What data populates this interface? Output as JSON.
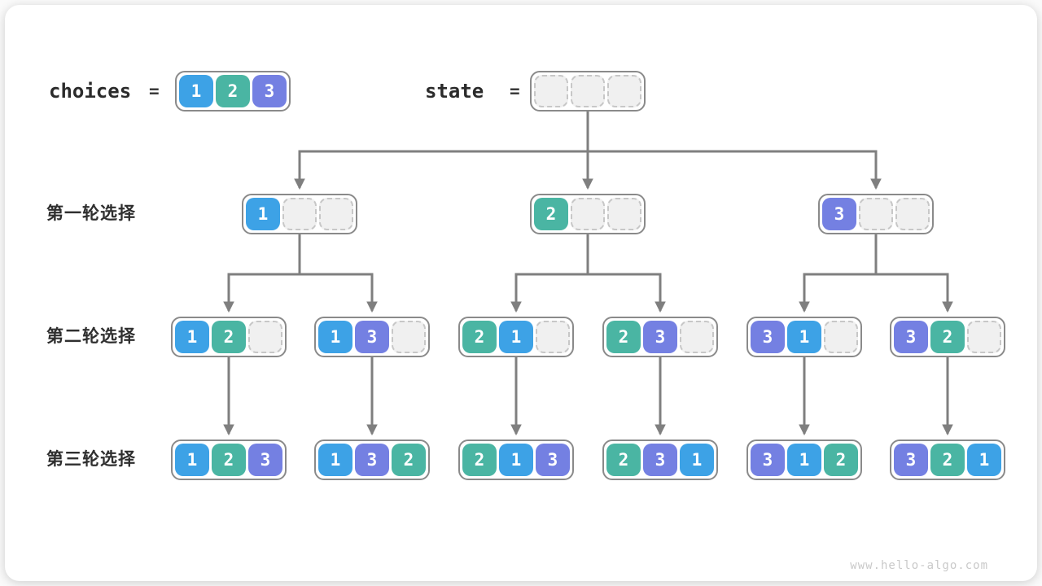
{
  "header": {
    "choices_label": "choices",
    "equals": "=",
    "state_label": "state",
    "choices_values": [
      "1",
      "2",
      "3"
    ],
    "state_values": [
      "",
      "",
      ""
    ]
  },
  "round_labels": [
    "第一轮选择",
    "第二轮选择",
    "第三轮选择"
  ],
  "rounds": [
    [
      [
        "1",
        "",
        ""
      ],
      [
        "2",
        "",
        ""
      ],
      [
        "3",
        "",
        ""
      ]
    ],
    [
      [
        "1",
        "2",
        ""
      ],
      [
        "1",
        "3",
        ""
      ],
      [
        "2",
        "1",
        ""
      ],
      [
        "2",
        "3",
        ""
      ],
      [
        "3",
        "1",
        ""
      ],
      [
        "3",
        "2",
        ""
      ]
    ],
    [
      [
        "1",
        "2",
        "3"
      ],
      [
        "1",
        "3",
        "2"
      ],
      [
        "2",
        "1",
        "3"
      ],
      [
        "2",
        "3",
        "1"
      ],
      [
        "3",
        "1",
        "2"
      ],
      [
        "3",
        "2",
        "1"
      ]
    ]
  ],
  "colors": {
    "value_1": "#3da2e6",
    "value_2": "#4ab5a3",
    "value_3": "#7480e2",
    "empty_fill": "#f0f0f0",
    "empty_border": "#c7c7c7",
    "box_border": "#8a8a8a",
    "arrow": "#7f7f7f"
  },
  "watermark": "www.hello-algo.com"
}
